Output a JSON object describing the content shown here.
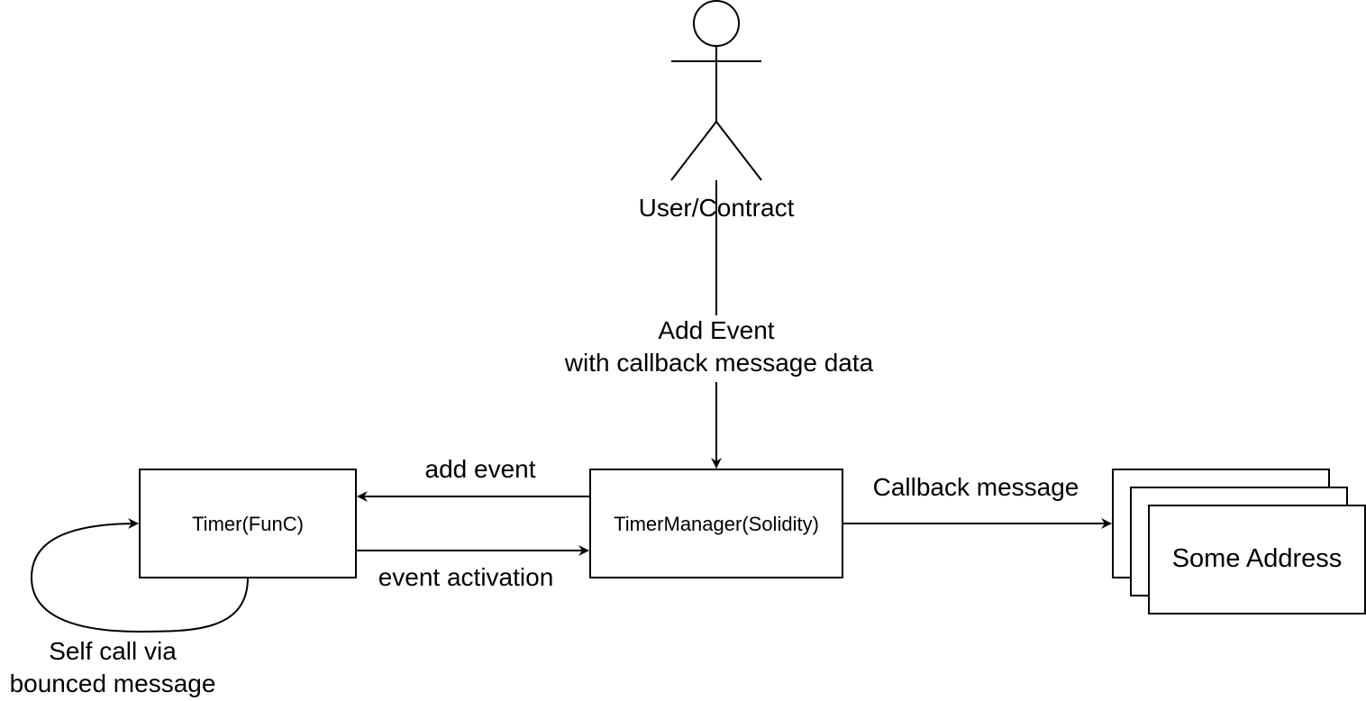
{
  "actor": {
    "label": "User/Contract"
  },
  "nodes": {
    "timer": {
      "label": "Timer(FunC)"
    },
    "timer_manager": {
      "label": "TimerManager(Solidity)"
    },
    "some_address": {
      "label": "Some Address"
    }
  },
  "edges": {
    "add_event_top": {
      "line1": "Add Event",
      "line2": "with callback message data"
    },
    "add_event": {
      "label": "add event"
    },
    "event_activation": {
      "label": "event activation"
    },
    "callback_message": {
      "label": "Callback message"
    },
    "self_call": {
      "line1": "Self call via",
      "line2": "bounced message"
    }
  },
  "colors": {
    "stroke": "#000000",
    "fill": "#ffffff",
    "text": "#000000"
  }
}
